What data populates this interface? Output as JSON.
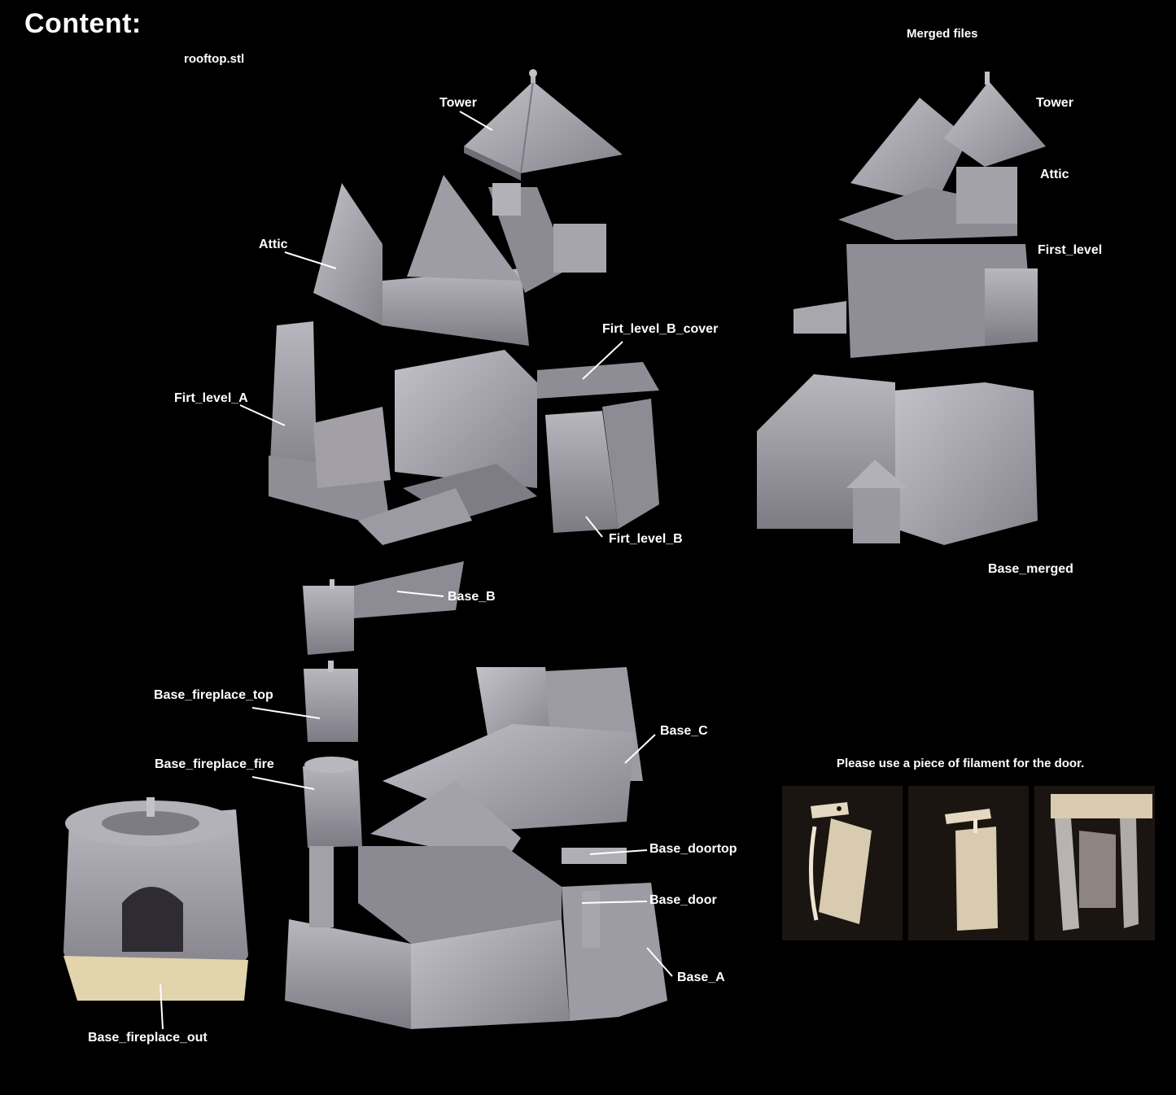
{
  "heading": "Content:",
  "subheadings": {
    "rooftop_file": "rooftop.stl",
    "merged_files": "Merged files"
  },
  "labels": {
    "tower": "Tower",
    "attic": "Attic",
    "firt_level_b_cover": "Firt_level_B_cover",
    "firt_level_a": "Firt_level_A",
    "firt_level_b": "Firt_level_B",
    "base_b": "Base_B",
    "base_fireplace_top": "Base_fireplace_top",
    "base_c": "Base_C",
    "base_fireplace_fire": "Base_fireplace_fire",
    "base_doortop": "Base_doortop",
    "base_door": "Base_door",
    "base_a": "Base_A",
    "base_fireplace_out": "Base_fireplace_out",
    "merged_tower": "Tower",
    "merged_attic": "Attic",
    "merged_first_level": "First_level",
    "merged_base": "Base_merged"
  },
  "door_note": "Please use a piece of filament for the door.",
  "colors": {
    "background": "#000000",
    "model": "#a9a7ae",
    "model_shadow": "#6f6d76",
    "label": "#ffffff",
    "photo_bg": "#1b1511",
    "photo_print": "#d9cbb0"
  }
}
